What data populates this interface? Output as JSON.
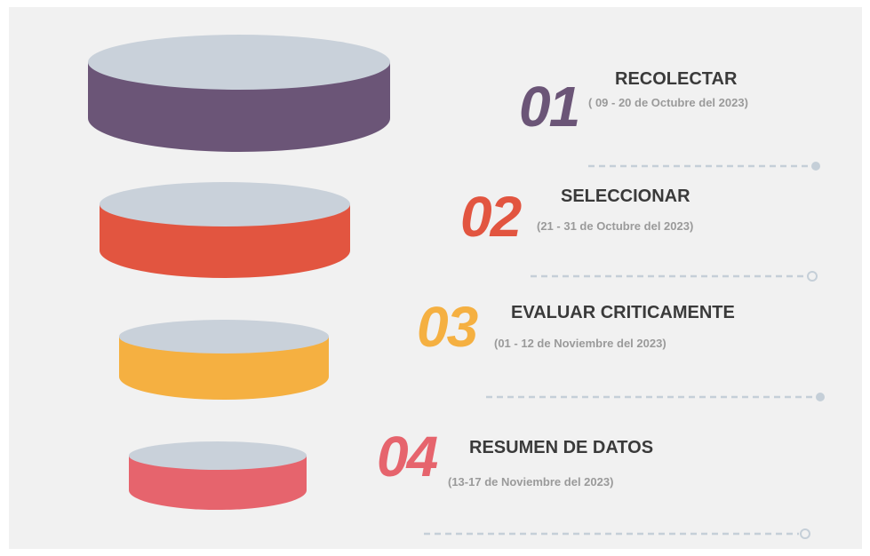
{
  "colors": {
    "background": "#f1f1f1",
    "disk_top": "#c9d1da",
    "step1": "#6b5577",
    "step2": "#e25540",
    "step3": "#f5b041",
    "step4": "#e6646d",
    "connector": "#c5cfd8"
  },
  "steps": [
    {
      "number": "01",
      "title": "RECOLECTAR",
      "date": "( 09 - 20 de Octubre del 2023)",
      "color": "#6b5577"
    },
    {
      "number": "02",
      "title": "SELECCIONAR",
      "date": "(21 - 31 de Octubre del 2023)",
      "color": "#e25540"
    },
    {
      "number": "03",
      "title": "EVALUAR CRITICAMENTE",
      "date": "(01 - 12 de Noviembre del 2023)",
      "color": "#f5b041"
    },
    {
      "number": "04",
      "title": "RESUMEN DE DATOS",
      "date": "(13-17 de Noviembre del 2023)",
      "color": "#e6646d"
    }
  ],
  "connector_ends": [
    "dot-filled",
    "dot-open",
    "dot-filled",
    "dot-open"
  ]
}
